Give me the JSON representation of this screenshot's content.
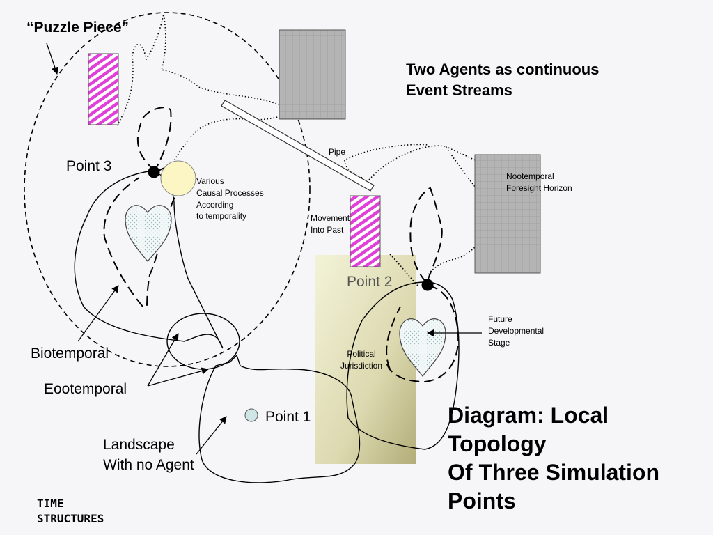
{
  "labels": {
    "puzzle_piece": "“Puzzle Piece”",
    "two_agents_line1": "Two Agents as continuous",
    "two_agents_line2": "Event Streams",
    "pipe": "Pipe",
    "nootemporal_line1": "Nootemporal",
    "nootemporal_line2": "Foresight Horizon",
    "point3": "Point 3",
    "various_line1": "Various",
    "various_line2": "Causal Processes",
    "various_line3": "According",
    "various_line4": "to temporality",
    "movement_line1": "Movement",
    "movement_line2": "Into Past",
    "point2": "Point 2",
    "future_line1": "Future",
    "future_line2": "Developmental",
    "future_line3": "Stage",
    "political_line1": "Political",
    "political_line2": "Jurisdiction",
    "biotemporal": "Biotemporal",
    "eootemporal": "Eootemporal",
    "point1": "Point 1",
    "landscape_line1": "Landscape",
    "landscape_line2": "With no Agent",
    "time_line1": "TIME",
    "time_line2": "STRUCTURES"
  },
  "title": {
    "line1": "Diagram: Local",
    "line2": "Topology",
    "line3": "Of Three Simulation",
    "line4": "Points"
  },
  "colors": {
    "background": "#f6f6f9",
    "magenta_hatch": "#e040d8",
    "gray_block": "#b4b4b4",
    "yellow_circle": "#fbf6c4",
    "point1_fill": "#cfe6e6",
    "political_gradient_light": "#f3f3d8",
    "political_gradient_dark": "#b2ad78"
  }
}
